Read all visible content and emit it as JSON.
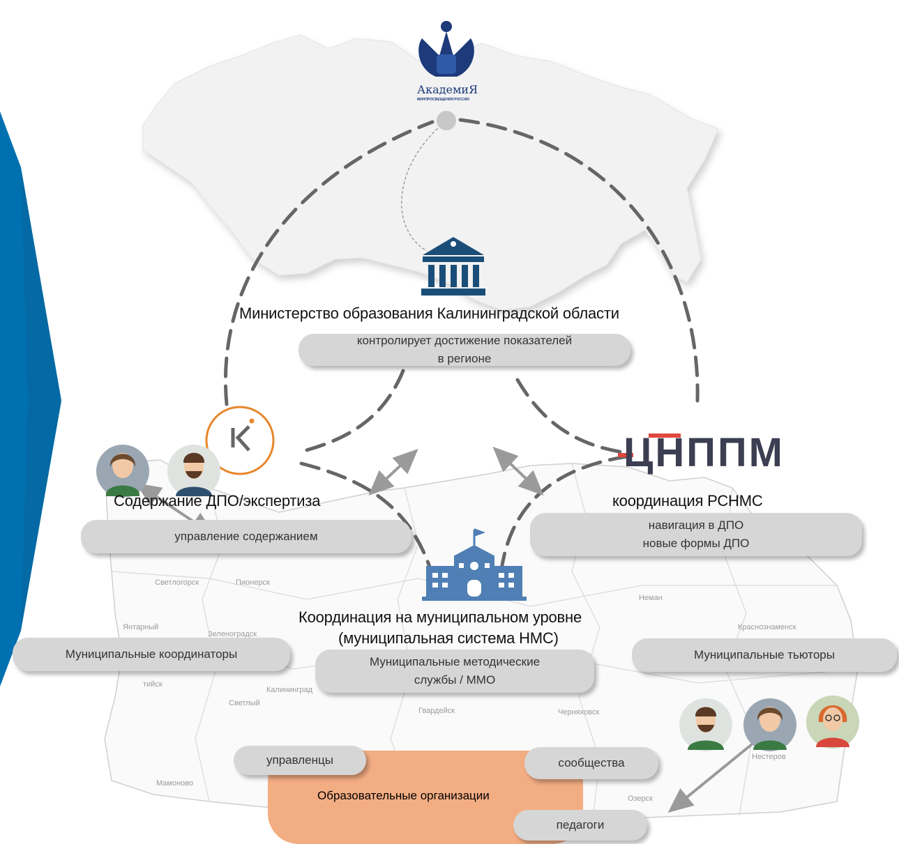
{
  "nodes": {
    "academy": {
      "name": "АкадемиЯ",
      "subtitle": "МИНПРОСВЕЩЕНИЯ РОССИИ"
    },
    "ministry": {
      "title": "Министерство образования Калининградской области",
      "role_lines": [
        "контролирует достижение показателей",
        "в регионе"
      ]
    },
    "k_center": {
      "title": "Содержание ДПО/экспертиза",
      "role": "управление содержанием"
    },
    "cnppm": {
      "brand": "ЦНППМ",
      "title": "координация РСНМС",
      "role_lines": [
        "навигация  в ДПО",
        "новые формы ДПО"
      ]
    },
    "municipal": {
      "title_line1": "Координация на муниципальном уровне",
      "title_line2": "(муниципальная система НМС)"
    },
    "coordinators": {
      "label": "Муниципальные координаторы"
    },
    "methodical": {
      "lines": [
        "Муниципальные методические",
        "службы / ММО"
      ]
    },
    "tutors": {
      "label": "Муниципальные тьюторы"
    },
    "edu_orgs": {
      "label": "Образовательные организации"
    },
    "managers": {
      "label": "управленцы"
    },
    "communities": {
      "label": "сообщества"
    },
    "teachers": {
      "label": "педагоги"
    }
  },
  "map_cities": [
    "Светлогорск",
    "Пионерск",
    "Янтарный",
    "Зеленоградск",
    "Калининград",
    "Светлый",
    "Гвардейск",
    "Черняховск",
    "Неман",
    "Краснознаменск",
    "Нестеров",
    "Озерск",
    "Мамоново",
    "тийск"
  ],
  "colors": {
    "blue_arrow": "#0070b0",
    "dash": "#666666",
    "pill": "#d6d6d6",
    "edu": "#f3ad83",
    "icon_navy": "#1a4e78",
    "school_blue": "#4f7fb4",
    "k_orange": "#e8862b",
    "cnppm_red": "#e0483d",
    "cnppm_dark": "#3c3f52"
  }
}
